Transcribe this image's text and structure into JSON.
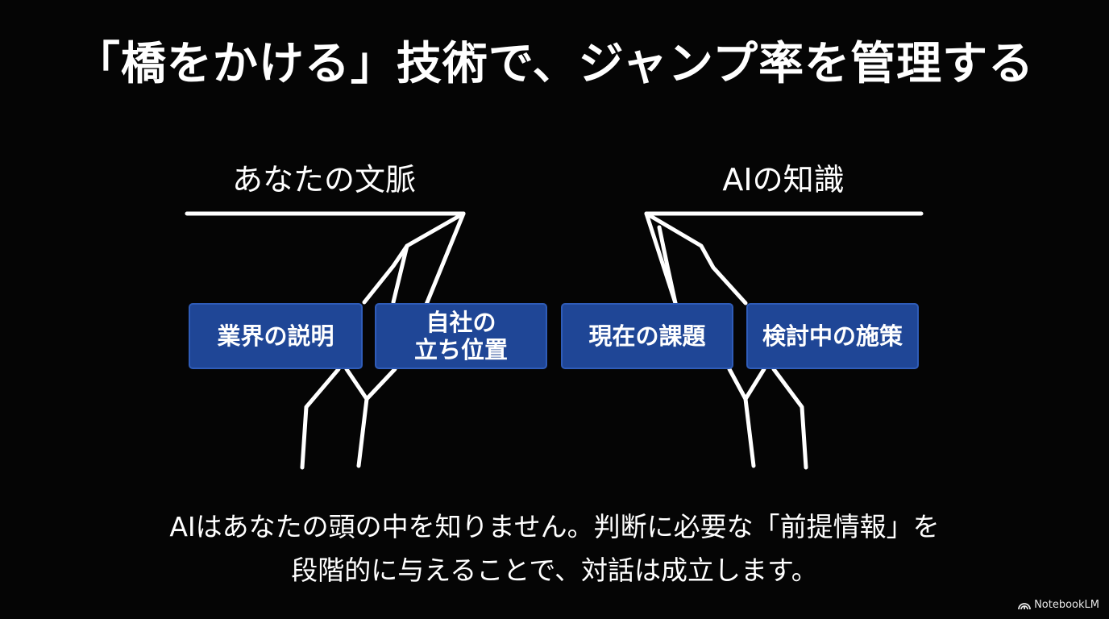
{
  "slide": {
    "title": "「橋をかける」技術で、ジャンプ率を管理する",
    "left_label": "あなたの文脈",
    "right_label": "AIの知識",
    "boxes": [
      {
        "text": "業界の説明"
      },
      {
        "text": "自社の\n立ち位置"
      },
      {
        "text": "現在の課題"
      },
      {
        "text": "検討中の施策"
      }
    ],
    "caption_lines": [
      "AIはあなたの頭の中を知りません。判断に必要な「前提情報」を",
      "段階的に与えることで、対話は成立します。"
    ],
    "watermark": "NotebookLM"
  },
  "colors": {
    "background": "#050505",
    "box_fill": "#1f4696",
    "box_border": "#2f5cb8",
    "text": "#ffffff"
  },
  "icons": {
    "watermark_icon": "notebooklm-logo-icon"
  }
}
